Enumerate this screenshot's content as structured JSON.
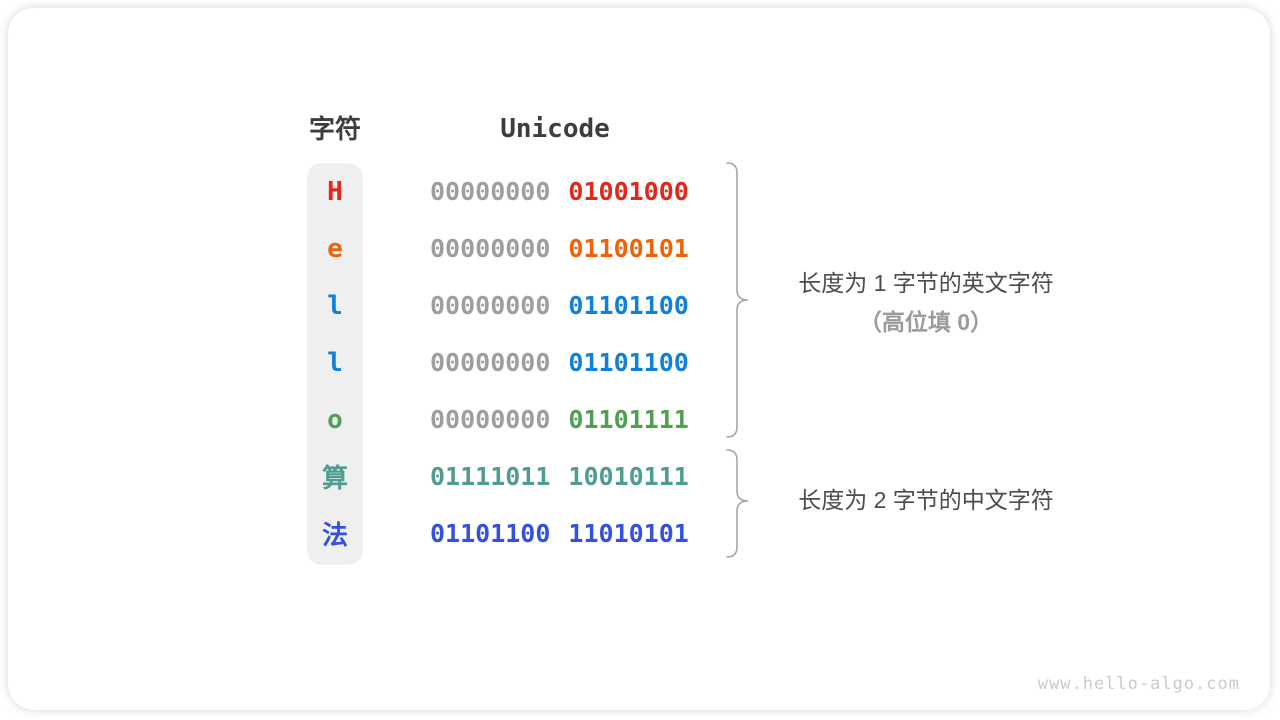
{
  "header": {
    "char_col": "字符",
    "unicode_col": "Unicode"
  },
  "rows": [
    {
      "char": "H",
      "color": "#e0281b",
      "byte1": "00000000",
      "byte1_color": "#9e9e9e",
      "byte2": "01001000",
      "byte2_color": "#e0281b"
    },
    {
      "char": "e",
      "color": "#ef6209",
      "byte1": "00000000",
      "byte1_color": "#9e9e9e",
      "byte2": "01100101",
      "byte2_color": "#ef6209"
    },
    {
      "char": "l",
      "color": "#1181d8",
      "byte1": "00000000",
      "byte1_color": "#9e9e9e",
      "byte2": "01101100",
      "byte2_color": "#1181d8"
    },
    {
      "char": "l",
      "color": "#1181d8",
      "byte1": "00000000",
      "byte1_color": "#9e9e9e",
      "byte2": "01101100",
      "byte2_color": "#1181d8"
    },
    {
      "char": "o",
      "color": "#4fa052",
      "byte1": "00000000",
      "byte1_color": "#9e9e9e",
      "byte2": "01101111",
      "byte2_color": "#4fa052"
    },
    {
      "char": "算",
      "color": "#4f9d90",
      "byte1": "01111011",
      "byte1_color": "#4f9d90",
      "byte2": "10010111",
      "byte2_color": "#4f9d90"
    },
    {
      "char": "法",
      "color": "#3351de",
      "byte1": "01101100",
      "byte1_color": "#3351de",
      "byte2": "11010101",
      "byte2_color": "#3351de"
    }
  ],
  "annotations": {
    "english_group_line1": "长度为 1 字节的英文字符",
    "english_group_line2": "（高位填 0）",
    "chinese_group_line1": "长度为 2 字节的中文字符"
  },
  "colors": {
    "brace": "#a6a6a6",
    "column_background": "#efefef",
    "header_text": "#3d3d3d",
    "annotation_primary": "#4c4c4c",
    "annotation_secondary": "#9b9b9b",
    "watermark": "#cbcbcb",
    "gray_byte": "#9e9e9e"
  },
  "watermark": "www.hello-algo.com"
}
